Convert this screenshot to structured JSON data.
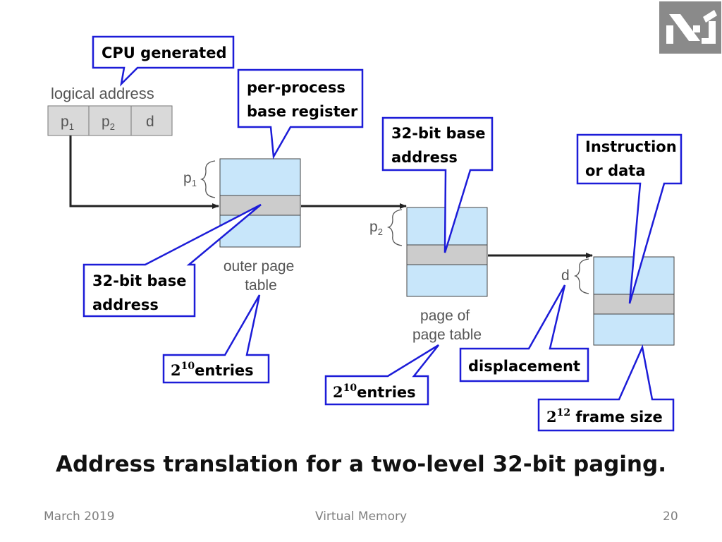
{
  "slide": {
    "title": "Address translation for a two-level 32-bit paging.",
    "footer_left": "March 2019",
    "footer_center": "Virtual Memory",
    "page_number": "20",
    "logo_icon": "hebrew-letters-logo-icon"
  },
  "figure": {
    "logical_address_label": "logical address",
    "fields": [
      {
        "letter": "p",
        "sub": "1"
      },
      {
        "letter": "p",
        "sub": "2"
      },
      {
        "letter": "d",
        "sub": ""
      }
    ],
    "brace_p1": {
      "letter": "p",
      "sub": "1"
    },
    "brace_p2": {
      "letter": "p",
      "sub": "2"
    },
    "brace_d": {
      "letter": "d",
      "sub": ""
    },
    "outer_table_label": [
      "outer page",
      "table"
    ],
    "inner_table_label": [
      "page of",
      "page table"
    ]
  },
  "callouts": {
    "cpu_generated": "CPU generated",
    "per_process": [
      "per-process",
      "base register"
    ],
    "base_address_top": [
      "32-bit base",
      "address"
    ],
    "instruction_or_data": [
      "Instruction",
      "or data"
    ],
    "base_address_left": [
      "32-bit base",
      "address"
    ],
    "entries_outer": {
      "base": "2",
      "exp": "10",
      "text": "entries"
    },
    "entries_inner": {
      "base": "2",
      "exp": "10",
      "text": "entries"
    },
    "displacement": "displacement",
    "frame_size": {
      "base": "2",
      "exp": "12",
      "text": " frame size"
    }
  },
  "colors": {
    "callout_border": "#1c1cd8",
    "table_fill": "#c8e6fa",
    "highlight_row": "#cccccc",
    "field_fill": "#d9d9d9",
    "logo_bg": "#8a8a8a"
  }
}
